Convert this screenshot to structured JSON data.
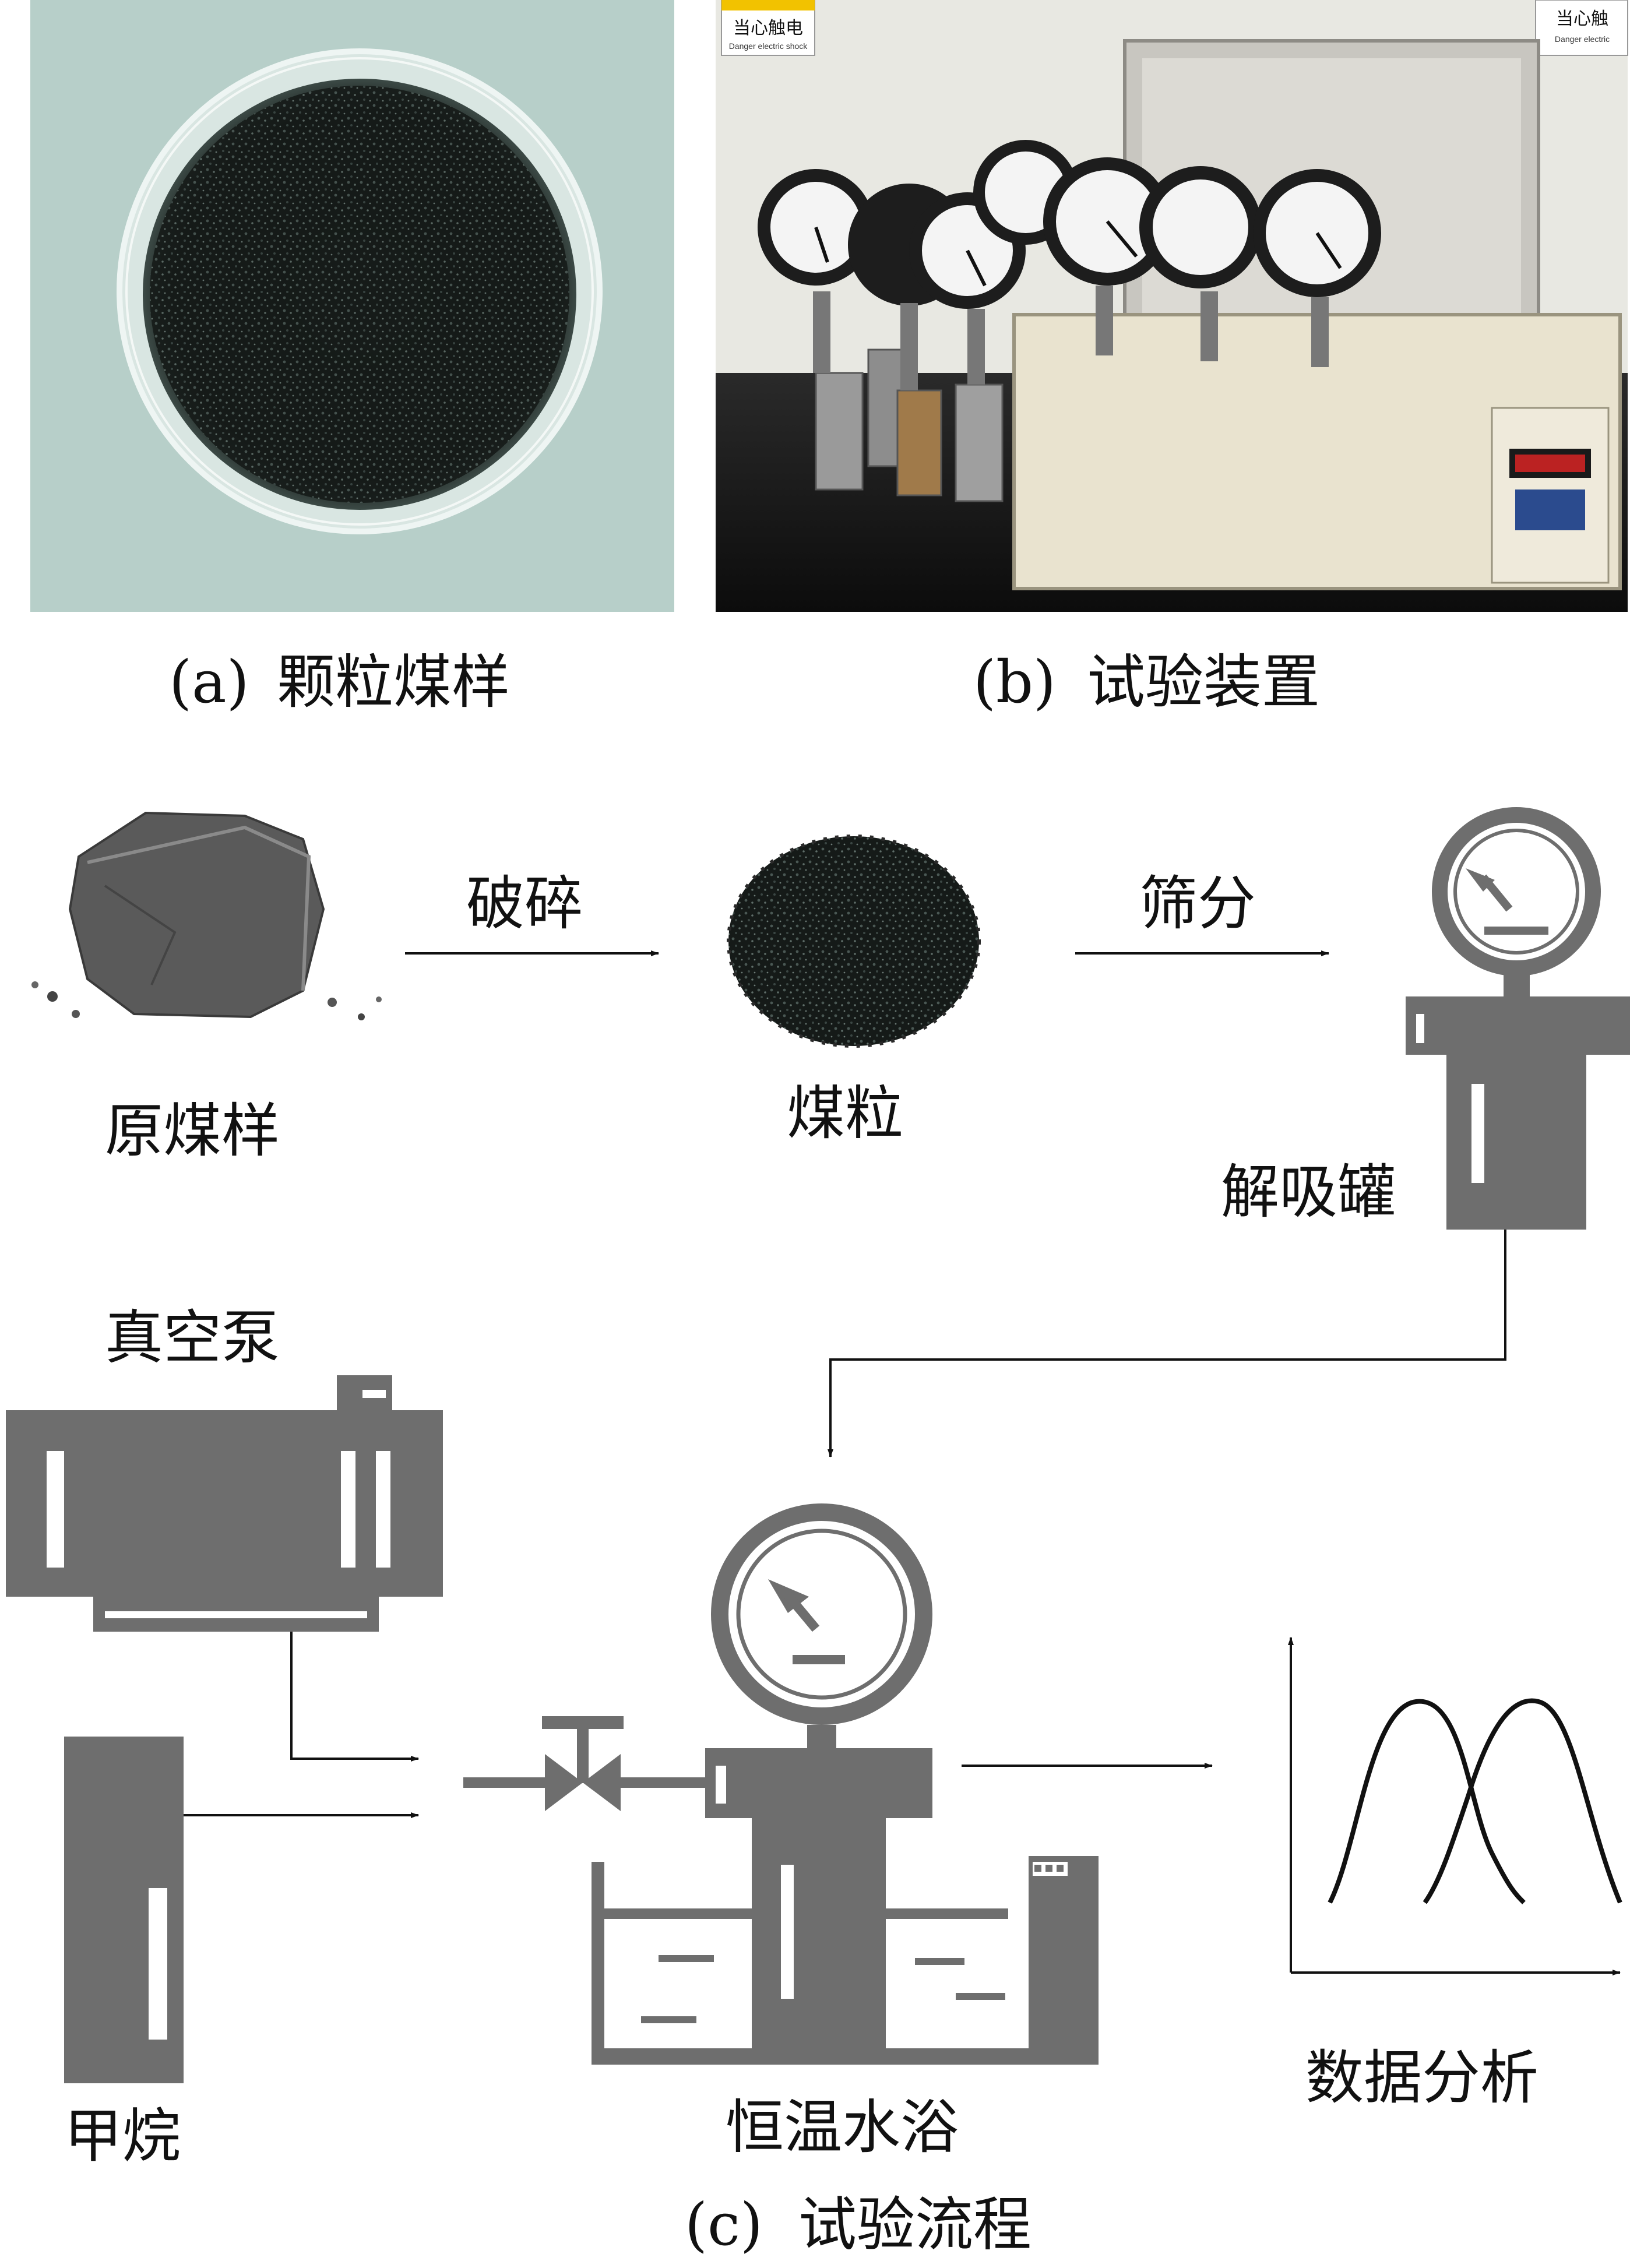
{
  "panels": {
    "a": {
      "letter": "(a)",
      "caption": "颗粒煤样"
    },
    "b": {
      "letter": "(b)",
      "caption": "试验装置",
      "signs": [
        "当心触电",
        "当心触",
        "Danger electric shock",
        "Danger electric"
      ]
    },
    "c": {
      "letter": "(c)",
      "caption": "试验流程"
    }
  },
  "flow": {
    "raw_coal": "原煤样",
    "crush": "破碎",
    "coal_particles": "煤粒",
    "sieve": "筛分",
    "desorption_tank": "解吸罐",
    "vacuum_pump": "真空泵",
    "methane": "甲烷",
    "water_bath": "恒温水浴",
    "data_analysis": "数据分析"
  },
  "colors": {
    "equipment_gray": "#6e6e6e",
    "line": "#111111",
    "photo_a_bg": "#bcd3cd",
    "photo_b_wall": "#e8e8e2",
    "bath_body": "#e9e3cf"
  }
}
